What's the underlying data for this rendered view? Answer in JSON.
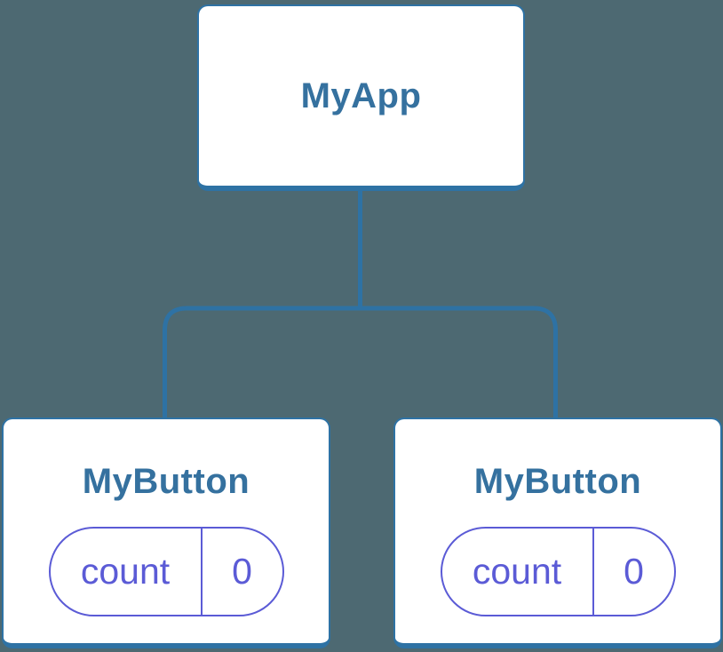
{
  "diagram": {
    "description": "React component tree diagram with a root component and two child components each holding independent state",
    "colors": {
      "background": "#4d6972",
      "node_fill": "#ffffff",
      "node_border_blue": "#2e72a4",
      "heading_blue": "#35719f",
      "state_indigo": "#5b5bd6"
    },
    "root": {
      "title": "MyApp"
    },
    "children": [
      {
        "title": "MyButton",
        "state": {
          "label": "count",
          "value": "0"
        }
      },
      {
        "title": "MyButton",
        "state": {
          "label": "count",
          "value": "0"
        }
      }
    ]
  }
}
